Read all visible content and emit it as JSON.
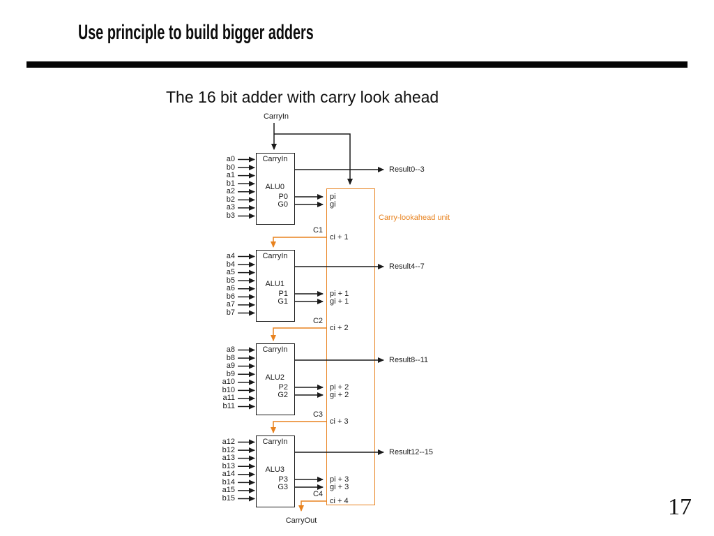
{
  "slide": {
    "title": "Use principle to build bigger adders",
    "subtitle": "The 16 bit adder with carry look ahead",
    "page_number": "17"
  },
  "diagram": {
    "top_carry_in": "CarryIn",
    "carry_out": "CarryOut",
    "lookahead_label": "Carry-lookahead unit",
    "colors": {
      "accent_orange": "#E8821E",
      "ink": "#1A1A1A"
    },
    "alus": [
      {
        "name": "ALU0",
        "carry_in": "CarryIn",
        "p": "P0",
        "g": "G0",
        "pi": "pi",
        "gi": "gi",
        "result": "Result0--3",
        "inputs": [
          "a0",
          "b0",
          "a1",
          "b1",
          "a2",
          "b2",
          "a3",
          "b3"
        ]
      },
      {
        "name": "ALU1",
        "carry_in": "CarryIn",
        "p": "P1",
        "g": "G1",
        "pi": "pi + 1",
        "gi": "gi + 1",
        "result": "Result4--7",
        "inputs": [
          "a4",
          "b4",
          "a5",
          "b5",
          "a6",
          "b6",
          "a7",
          "b7"
        ]
      },
      {
        "name": "ALU2",
        "carry_in": "CarryIn",
        "p": "P2",
        "g": "G2",
        "pi": "pi + 2",
        "gi": "gi + 2",
        "result": "Result8--11",
        "inputs": [
          "a8",
          "b8",
          "a9",
          "b9",
          "a10",
          "b10",
          "a11",
          "b11"
        ]
      },
      {
        "name": "ALU3",
        "carry_in": "CarryIn",
        "p": "P3",
        "g": "G3",
        "pi": "pi + 3",
        "gi": "gi + 3",
        "result": "Result12--15",
        "inputs": [
          "a12",
          "b12",
          "a13",
          "b13",
          "a14",
          "b14",
          "a15",
          "b15"
        ]
      }
    ],
    "carries": [
      {
        "wire": "C1",
        "pin": "ci + 1"
      },
      {
        "wire": "C2",
        "pin": "ci + 2"
      },
      {
        "wire": "C3",
        "pin": "ci + 3"
      },
      {
        "wire": "C4",
        "pin": "ci + 4"
      }
    ]
  }
}
